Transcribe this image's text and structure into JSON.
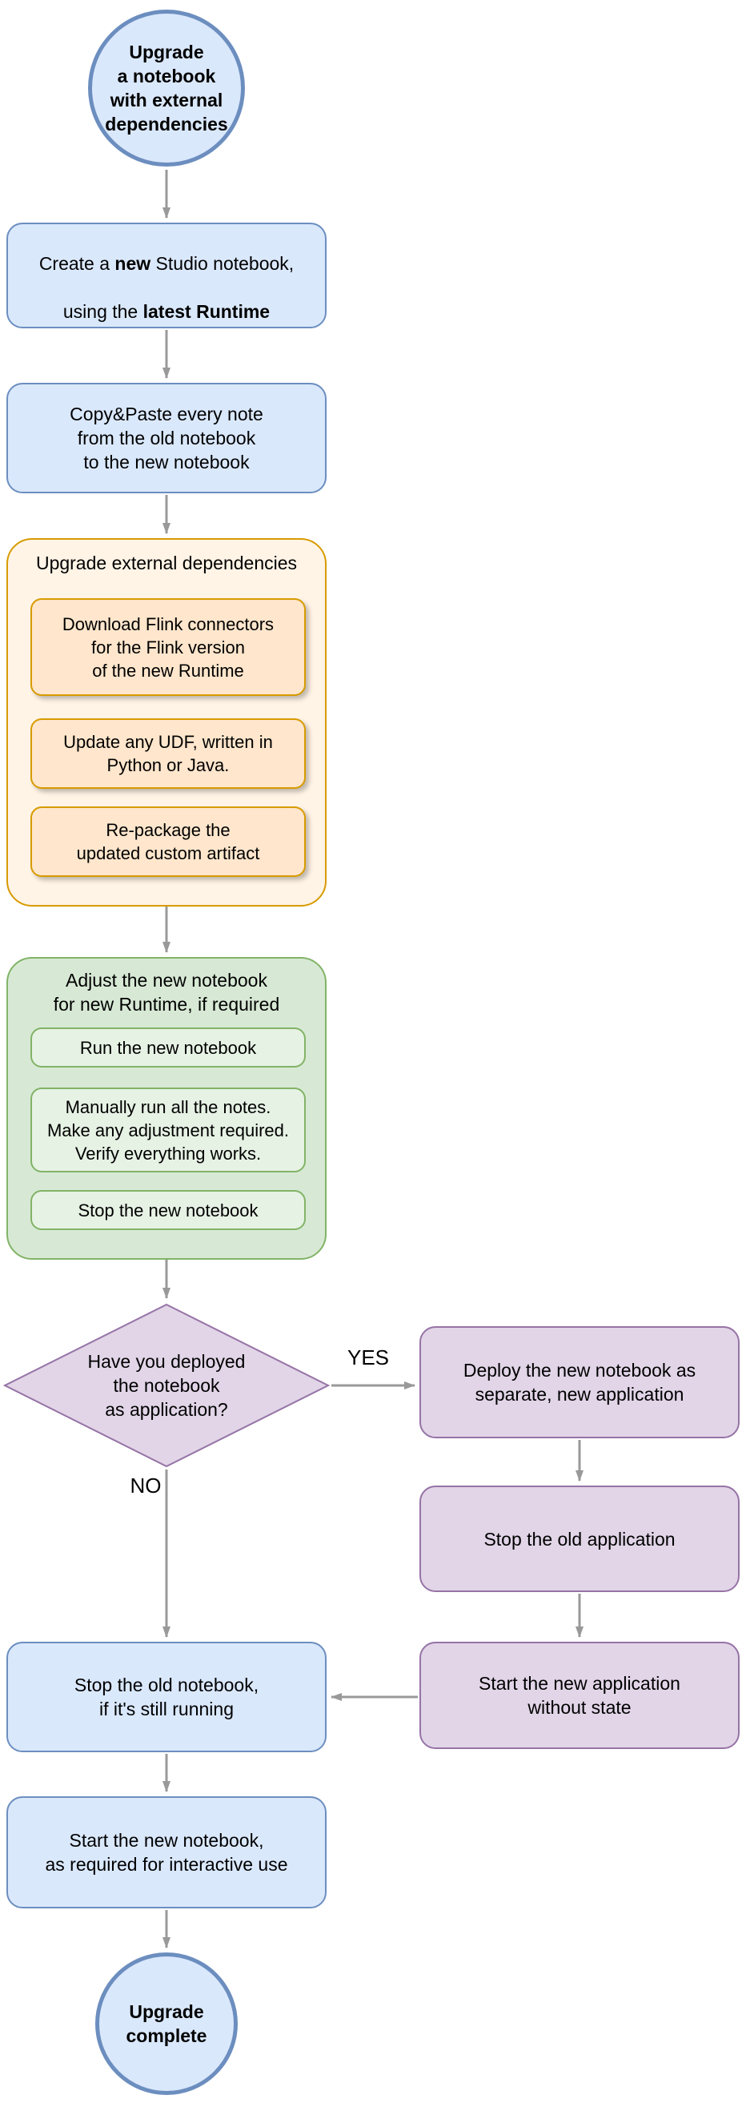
{
  "nodes": {
    "start": {
      "lines": [
        "Upgrade",
        "a notebook",
        "with external",
        "dependencies"
      ]
    },
    "create": {
      "line1_pre": "Create a ",
      "line1_bold": "new",
      "line1_post": " Studio notebook,",
      "line2_pre": "using the ",
      "line2_bold": "latest Runtime"
    },
    "copy": {
      "lines": [
        "Copy&Paste every note",
        "from the old notebook",
        "to the new notebook"
      ]
    },
    "upgrade_group": {
      "title": "Upgrade external dependencies",
      "steps": [
        {
          "lines": [
            "Download Flink connectors",
            "for the Flink version",
            "of the new Runtime"
          ]
        },
        {
          "lines": [
            "Update any UDF, written in",
            "Python or Java."
          ]
        },
        {
          "lines": [
            "Re-package the",
            "updated custom artifact"
          ]
        }
      ]
    },
    "adjust_group": {
      "title_lines": [
        "Adjust the new notebook",
        "for new Runtime, if required"
      ],
      "steps": [
        {
          "lines": [
            "Run the new notebook"
          ]
        },
        {
          "lines": [
            "Manually run all the notes.",
            "Make any adjustment required.",
            "Verify everything works."
          ]
        },
        {
          "lines": [
            "Stop the new notebook"
          ]
        }
      ]
    },
    "decision": {
      "lines": [
        "Have you deployed",
        "the notebook",
        "as application?"
      ]
    },
    "deploy": {
      "lines": [
        "Deploy the new notebook as",
        "separate, new application"
      ]
    },
    "stop_old_app": {
      "lines": [
        "Stop the old application"
      ]
    },
    "start_new_app": {
      "lines": [
        "Start the new application",
        "without state"
      ]
    },
    "stop_old_notebook": {
      "lines": [
        "Stop the old notebook,",
        "if it's still running"
      ]
    },
    "start_new_notebook": {
      "lines": [
        "Start the new notebook,",
        "as required for interactive use"
      ]
    },
    "end": {
      "lines": [
        "Upgrade",
        "complete"
      ]
    }
  },
  "edges": {
    "yes_label": "YES",
    "no_label": "NO"
  },
  "colors": {
    "blue_fill": "#dae8fc",
    "blue_stroke": "#6c8ebf",
    "orange_fill": "#ffe6cc",
    "orange_container_fill": "#fff4e6",
    "orange_stroke": "#d79b00",
    "green_container_fill": "#d7e9d5",
    "green_fill": "#e6f2e4",
    "green_stroke": "#82b366",
    "purple_fill": "#e1d5e7",
    "purple_stroke": "#9673a6",
    "arrow": "#999999"
  }
}
